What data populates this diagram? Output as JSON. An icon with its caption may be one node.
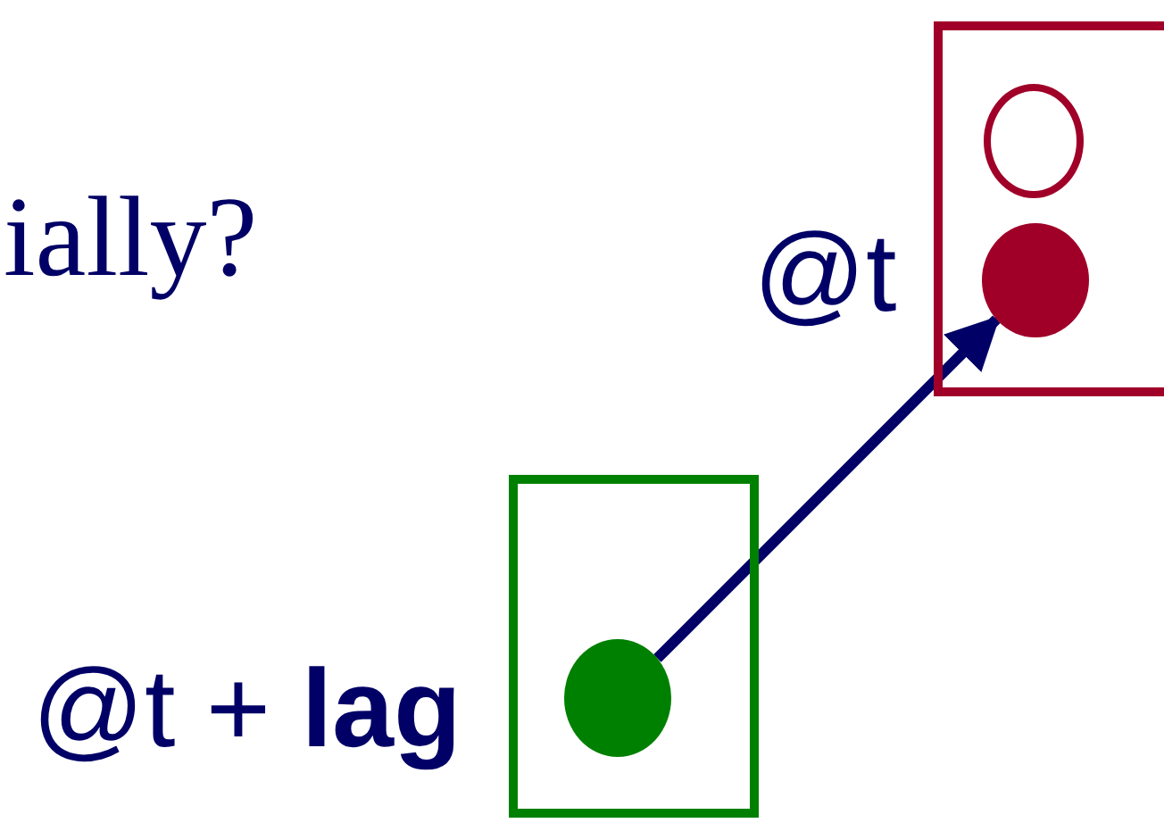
{
  "diagram": {
    "nodes": [
      {
        "text": [],
        "shape": "box",
        "beside": [
          "@t"
        ]
      },
      {
        "text": [],
        "shape": "circle",
        "in": 0
      },
      {
        "text": [],
        "shape": "circle",
        "in": 0
      },
      {
        "text": [],
        "shape": "box",
        "beside": [
          "@t + **lag**"
        ]
      },
      {
        "text": [],
        "shape": "circle",
        "in": 3
      }
    ],
    "edges": [
      {
        "from": 4,
        "to": 2,
        "arrow": "to"
      }
    ],
    "labels": [
      "ially?"
    ]
  }
}
